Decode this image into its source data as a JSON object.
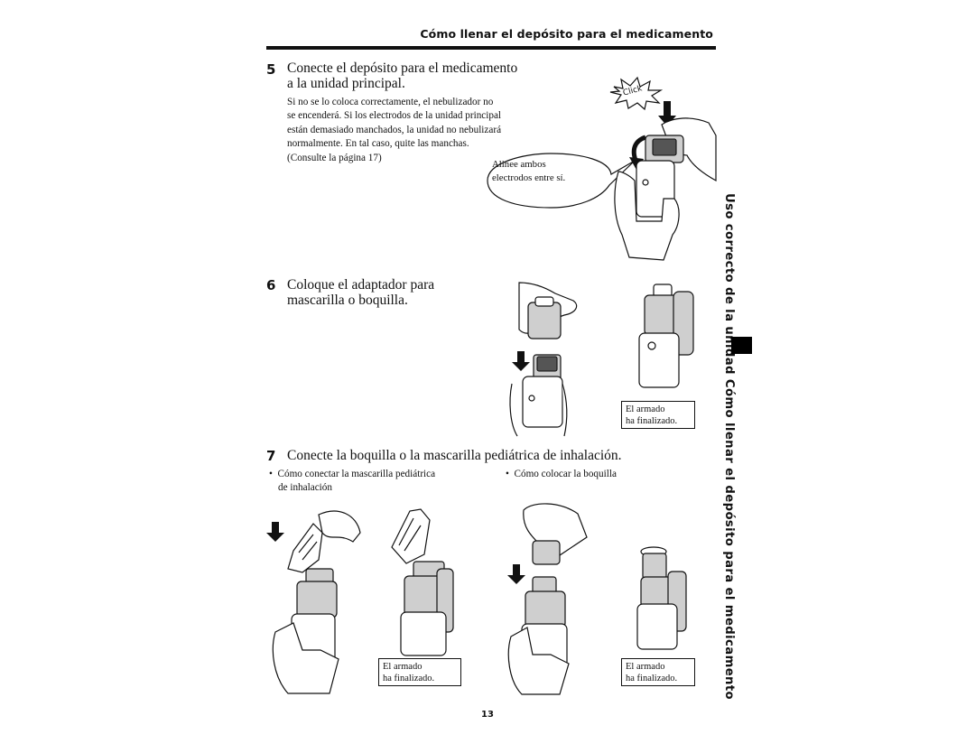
{
  "header": {
    "title": "Cómo llenar el depósito para el medicamento"
  },
  "side_tab": {
    "text": "Uso correcto de la unidad   Cómo llenar el depósito para el medicamento"
  },
  "step5": {
    "number": "5",
    "title_line1": "Conecte el depósito para el medicamento",
    "title_line2": "a la unidad principal.",
    "note_lines": [
      "Si no se lo coloca correctamente, el nebulizador no",
      "se encenderá. Si los electrodos de la unidad principal",
      "están demasiado manchados, la unidad no nebulizará",
      "normalmente. En tal caso, quite las manchas.",
      "(Consulte la página 17)"
    ],
    "click_label": "Click",
    "bubble_line1": "Alinee ambos",
    "bubble_line2": "electrodos entre sí."
  },
  "step6": {
    "number": "6",
    "title_line1": "Coloque el adaptador para",
    "title_line2": "mascarilla o boquilla.",
    "done_line1": "El armado",
    "done_line2": "ha finalizado."
  },
  "step7": {
    "number": "7",
    "title": "Conecte la boquilla o la mascarilla pediátrica de inhalación.",
    "bullet_mask_line1": "Cómo conectar la mascarilla pediátrica",
    "bullet_mask_line2": "de inhalación",
    "bullet_mouth": "Cómo colocar la boquilla",
    "mask_done_line1": "El armado",
    "mask_done_line2": "ha finalizado.",
    "mouth_done_line1": "El armado",
    "mouth_done_line2": "ha finalizado."
  },
  "page_number": "13",
  "icons": [
    "down-arrow-icon",
    "curved-arrow-icon",
    "hand-illustration",
    "nebulizer-illustration"
  ]
}
